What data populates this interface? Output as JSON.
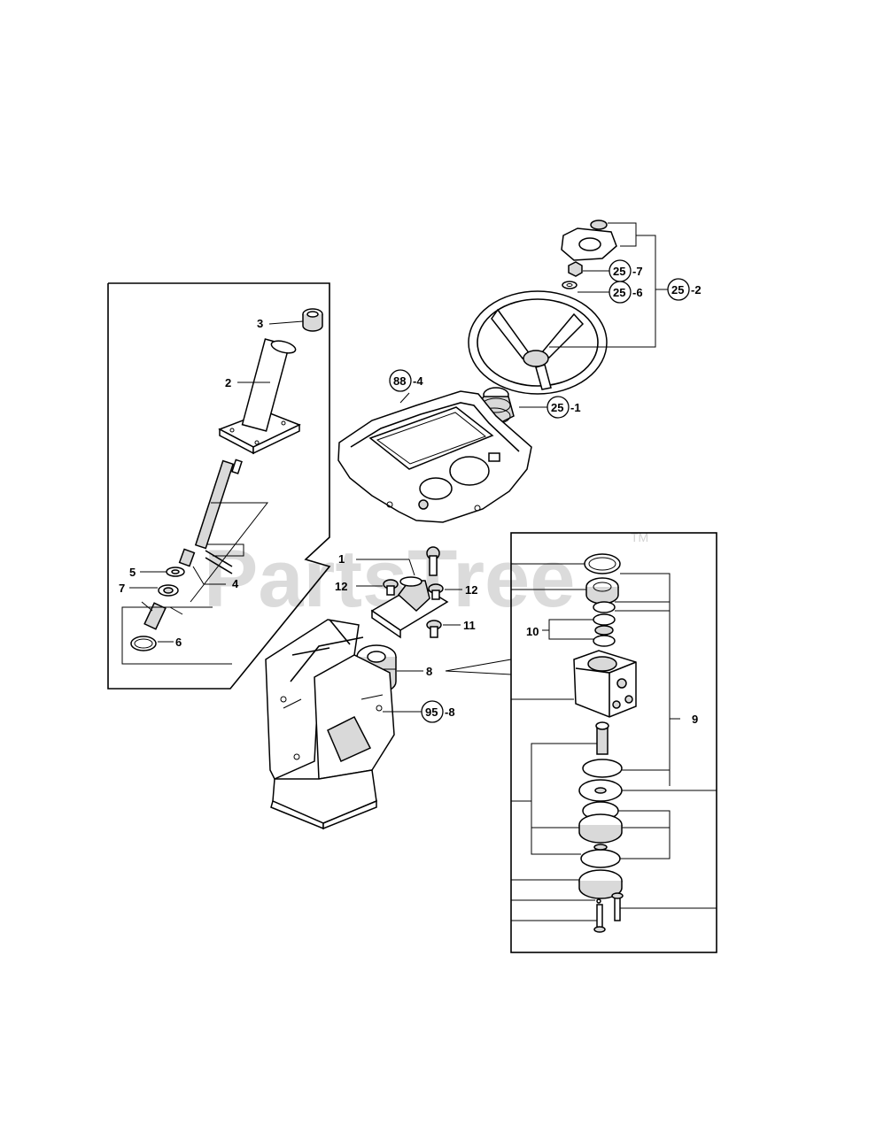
{
  "watermark": {
    "text": "PartsTree",
    "tm": "TM"
  },
  "labels": {
    "l1": "1",
    "l2": "2",
    "l3": "3",
    "l4": "4",
    "l5": "5",
    "l6": "6",
    "l7": "7",
    "l8": "8",
    "l9": "9",
    "l10": "10",
    "l11": "11",
    "l12a": "12",
    "l12b": "12"
  },
  "refs": {
    "r25_7": {
      "num": "25",
      "suffix": "-7"
    },
    "r25_6": {
      "num": "25",
      "suffix": "-6"
    },
    "r25_2": {
      "num": "25",
      "suffix": "-2"
    },
    "r25_1": {
      "num": "25",
      "suffix": "-1"
    },
    "r88_4": {
      "num": "88",
      "suffix": "-4"
    },
    "r95_8": {
      "num": "95",
      "suffix": "-8"
    }
  }
}
